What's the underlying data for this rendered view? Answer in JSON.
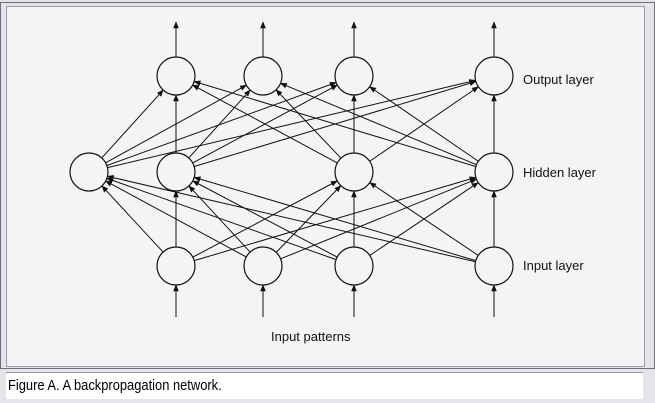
{
  "diagram": {
    "labels": {
      "output_layer": "Output layer",
      "hidden_layer": "Hidden layer",
      "input_layer": "Input layer",
      "input_patterns": "Input patterns"
    }
  },
  "caption": "Figure A. A backpropagation network."
}
